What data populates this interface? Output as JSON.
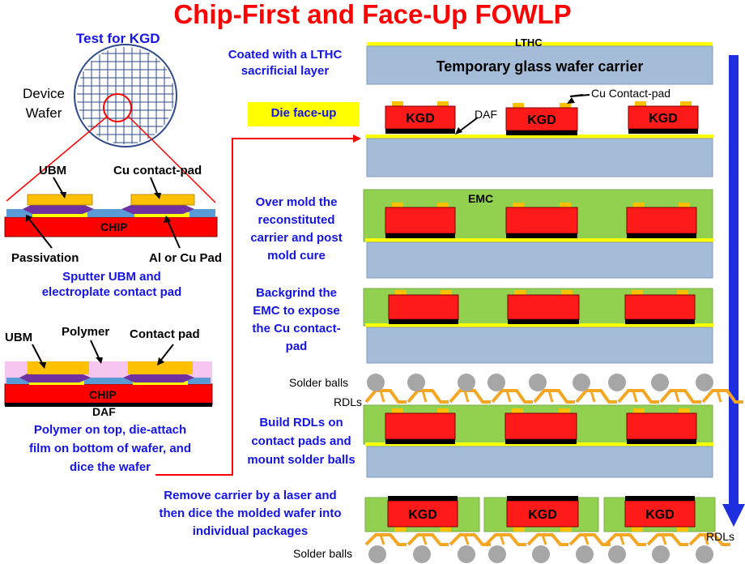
{
  "title": "Chip-First and Face-Up FOWLP",
  "left": {
    "test_kgd": "Test for KGD",
    "device": "Device",
    "wafer": "Wafer",
    "ubm": "UBM",
    "cu_contact_pad": "Cu contact-pad",
    "chip": "CHIP",
    "passivation": "Passivation",
    "al_cu_pad": "Al or Cu Pad",
    "sputter_1": "Sputter UBM and",
    "sputter_2": "electroplate contact pad",
    "ubm2": "UBM",
    "polymer": "Polymer",
    "contact_pad": "Contact pad",
    "chip2": "CHIP",
    "daf": "DAF",
    "poly_1": "Polymer on top, die-attach",
    "poly_2": "film on bottom of wafer, and",
    "poly_3": "dice the wafer"
  },
  "steps": {
    "s1_1": "Coated with a LTHC",
    "s1_2": "sacrificial layer",
    "lthc": "LTHC",
    "carrier": "Temporary glass wafer carrier",
    "die_faceup": "Die face-up",
    "cu_contact_pad": "Cu Contact-pad",
    "daf": "DAF",
    "kgd": "KGD",
    "emc": "EMC",
    "s3_1": "Over mold the",
    "s3_2": "reconstituted",
    "s3_3": "carrier and post",
    "s3_4": "mold cure",
    "s4_1": "Backgrind the",
    "s4_2": "EMC to expose",
    "s4_3": "the Cu contact-",
    "s4_4": "pad",
    "solder_balls": "Solder balls",
    "rdls": "RDLs",
    "s5_1": "Build RDLs on",
    "s5_2": "contact pads and",
    "s5_3": "mount solder balls",
    "s6_1": "Remove carrier by a laser and",
    "s6_2": "then dice the molded wafer into",
    "s6_3": "individual packages",
    "rdls_bottom": "RDLs",
    "solder_balls_bottom": "Solder balls"
  },
  "colors": {
    "title": "#ff0000",
    "text_blue": "#1414e6",
    "chip_red": "#ff0000",
    "kgd_red": "#ff1a1a",
    "emc_green": "#92d050",
    "carrier_blue": "#a4bcd8",
    "lthc_yellow": "#ffff00",
    "pad_orange": "#ffc000",
    "rdl_orange": "#f5a623",
    "ball_gray": "#a6a6a6",
    "arrow_blue": "#1f2fe0",
    "ubm_purple": "#7030a0",
    "passivation_blue": "#5b9bd5",
    "polymer_pink": "#f7c6f0"
  }
}
